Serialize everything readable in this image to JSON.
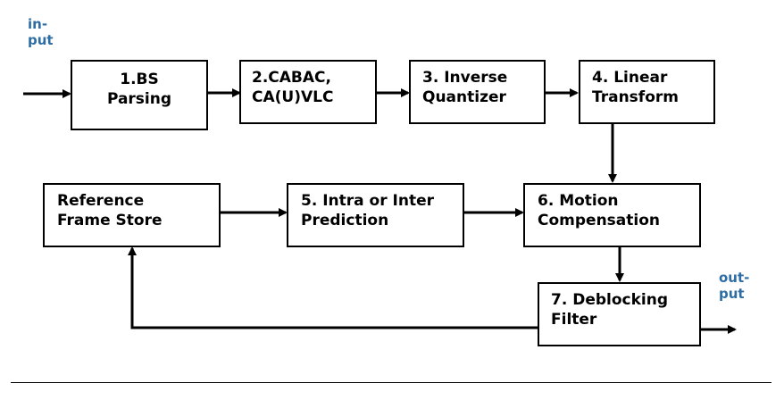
{
  "input_label": [
    "in-",
    "put"
  ],
  "output_label": [
    "out-",
    "put"
  ],
  "blocks": {
    "bs_parsing": [
      "1.BS",
      "Parsing"
    ],
    "cabac": [
      "2.CABAC,",
      "CA(U)VLC"
    ],
    "inverse_quantizer": [
      "3. Inverse",
      "Quantizer"
    ],
    "linear_transform": [
      "4. Linear",
      "Transform"
    ],
    "reference_frame_store": [
      "Reference",
      "Frame Store"
    ],
    "prediction": [
      "5. Intra or Inter",
      "Prediction"
    ],
    "motion_compensation": [
      "6. Motion",
      "Compensation"
    ],
    "deblocking_filter": [
      "7. Deblocking",
      "Filter"
    ]
  }
}
